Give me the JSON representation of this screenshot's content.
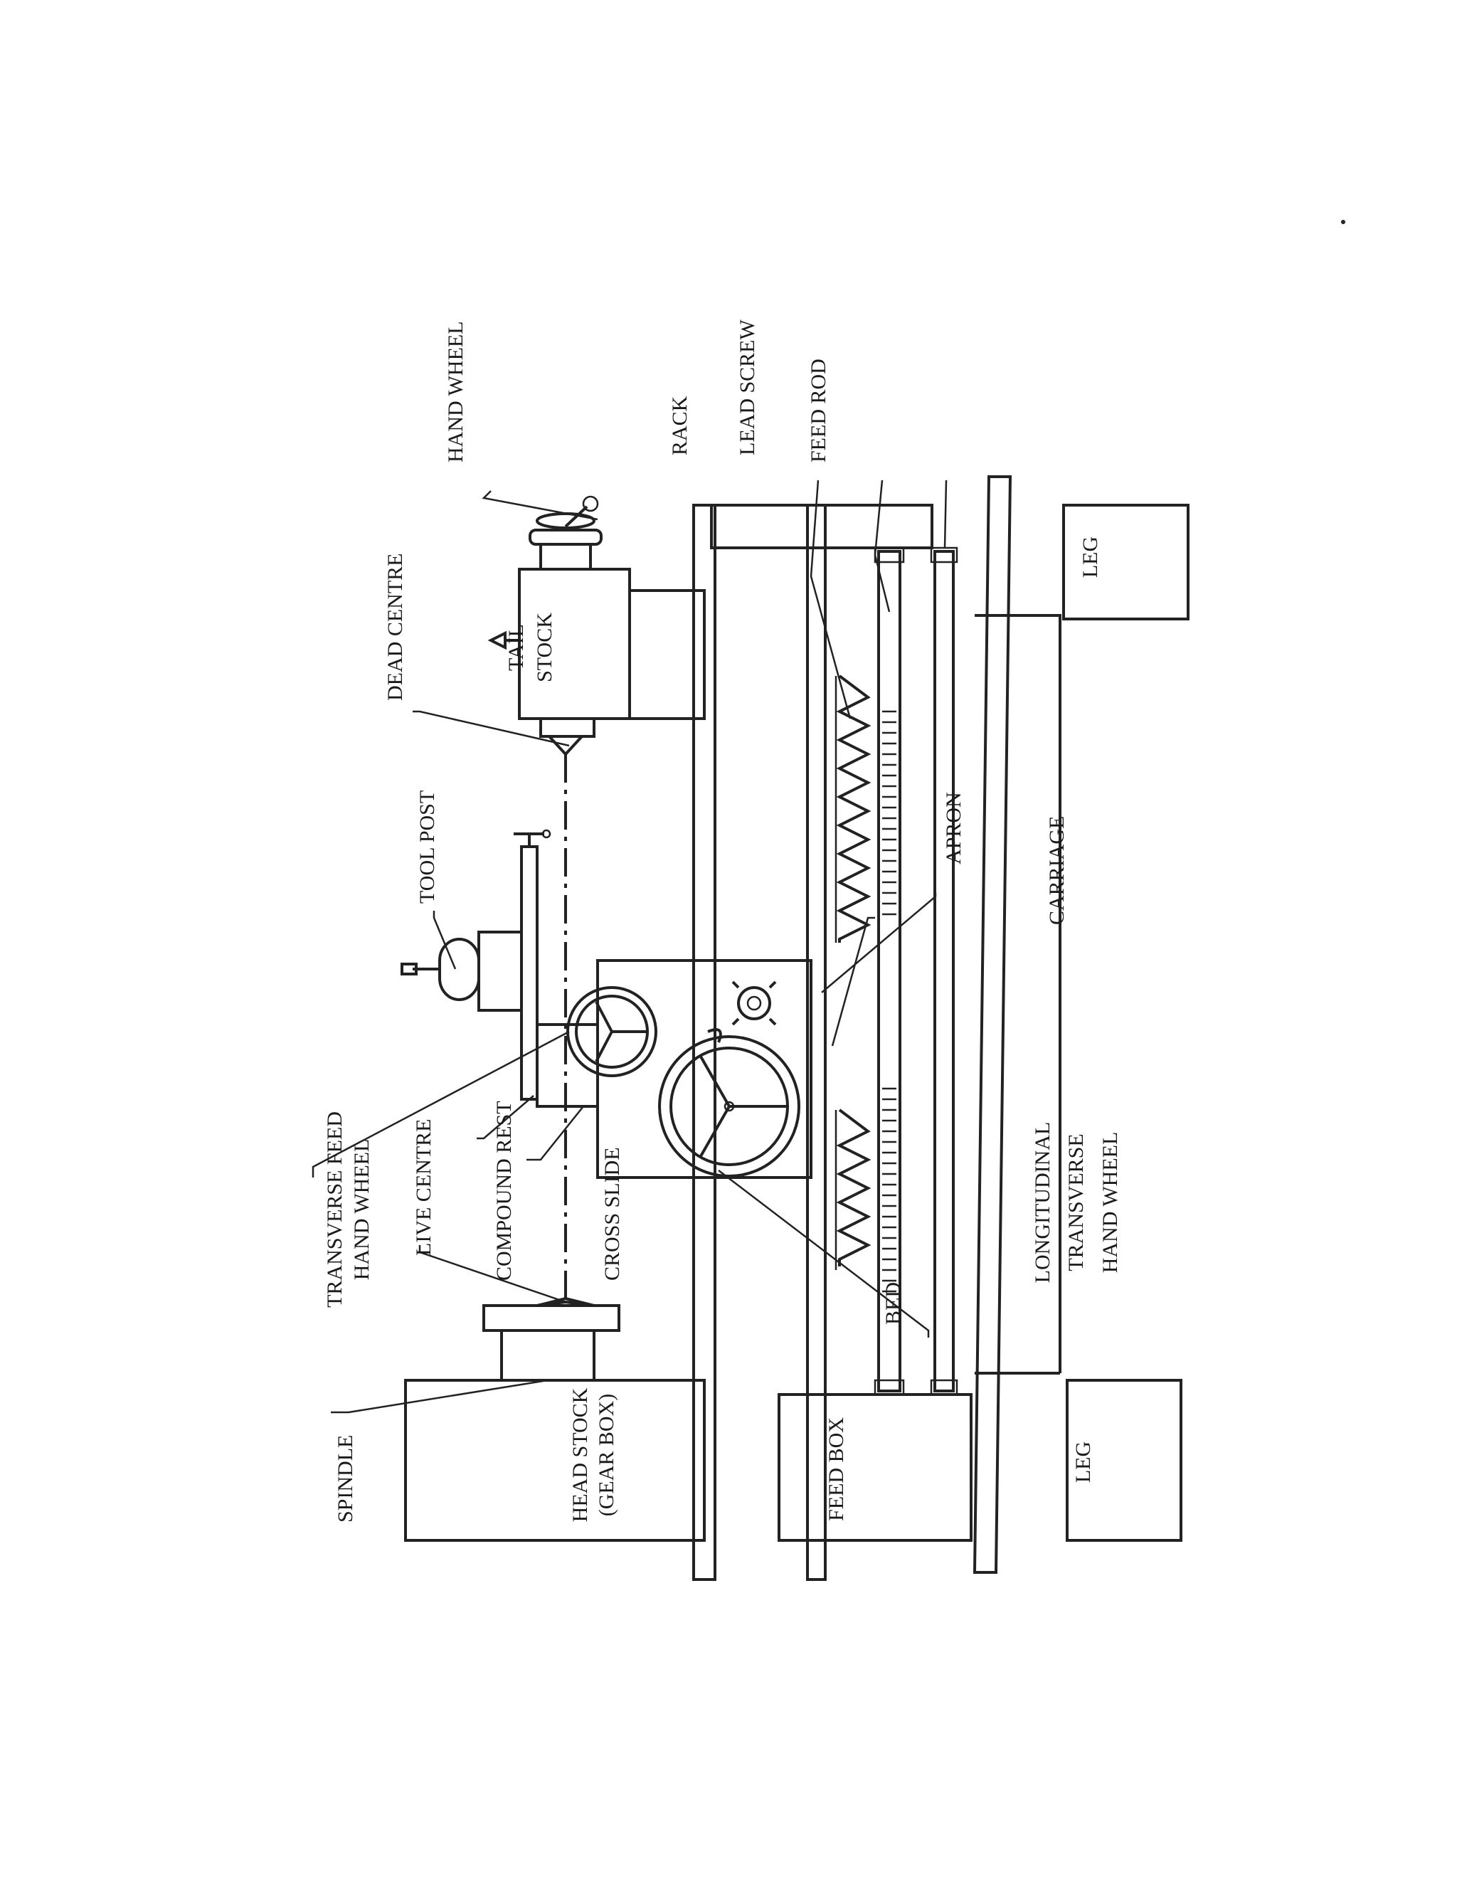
{
  "labels": {
    "hand_wheel": "HAND WHEEL",
    "dead_centre": "DEAD CENTRE",
    "tail_stock_1": "TAIL",
    "tail_stock_2": "STOCK",
    "tool_post": "TOOL POST",
    "transverse_feed_1": "TRANSVERSE FEED",
    "transverse_feed_2": "HAND WHEEL",
    "live_centre": "LIVE CENTRE",
    "compound_rest": "COMPOUND REST",
    "cross_slide": "CROSS SLIDE",
    "spindle": "SPINDLE",
    "head_stock_1": "HEAD STOCK",
    "head_stock_2": "(GEAR BOX)",
    "feed_box": "FEED BOX",
    "bed": "BED",
    "leg_left": "LEG",
    "leg_right": "LEG",
    "rack": "RACK",
    "lead_screw": "LEAD SCREW",
    "feed_rod": "FEED ROD",
    "apron": "APRON",
    "carriage": "CARRIAGE",
    "longitudinal_1": "LONGITUDINAL",
    "longitudinal_2": "TRANSVERSE",
    "longitudinal_3": "HAND WHEEL"
  },
  "colors": {
    "line": "#222222",
    "background": "#ffffff"
  }
}
